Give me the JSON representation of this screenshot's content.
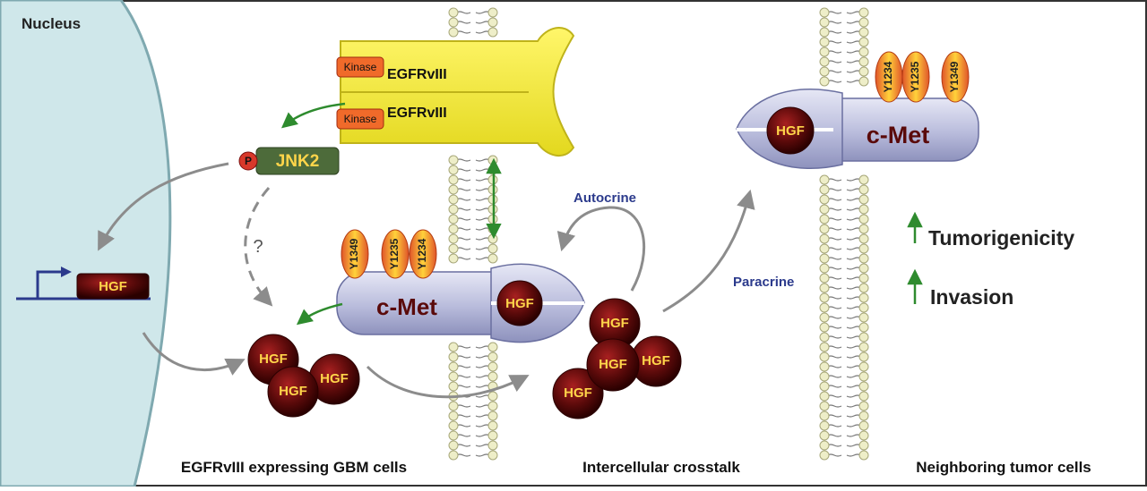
{
  "labels": {
    "nucleus": "Nucleus",
    "kinase": "Kinase",
    "egfrviii": "EGFRvIII",
    "p": "P",
    "jnk2": "JNK2",
    "question": "?",
    "hgf": "HGF",
    "cmet": "c-Met",
    "autocrine": "Autocrine",
    "paracrine": "Paracrine",
    "tumorigenicity": "Tumorigenicity",
    "invasion": "Invasion",
    "y1349": "Y1349",
    "y1235": "Y1235",
    "y1234": "Y1234"
  },
  "captions": {
    "left": "EGFRvIII expressing GBM cells",
    "middle": "Intercellular crosstalk",
    "right": "Neighboring tumor cells"
  },
  "colors": {
    "nucleus_fill": "#cfe7ea",
    "nucleus_stroke": "#7fa9b0",
    "receptor_yellow": "#f2ea3a",
    "cmet_body": "#c9cbe6",
    "hgf_dark": "#5a0a0a",
    "hgf_text": "#ffd54a",
    "green_arrow": "#2e8b2e",
    "gray_arrow": "#8c8c8c",
    "blue_text": "#2b3a8c",
    "jnk_box": "#4d6b3a"
  }
}
